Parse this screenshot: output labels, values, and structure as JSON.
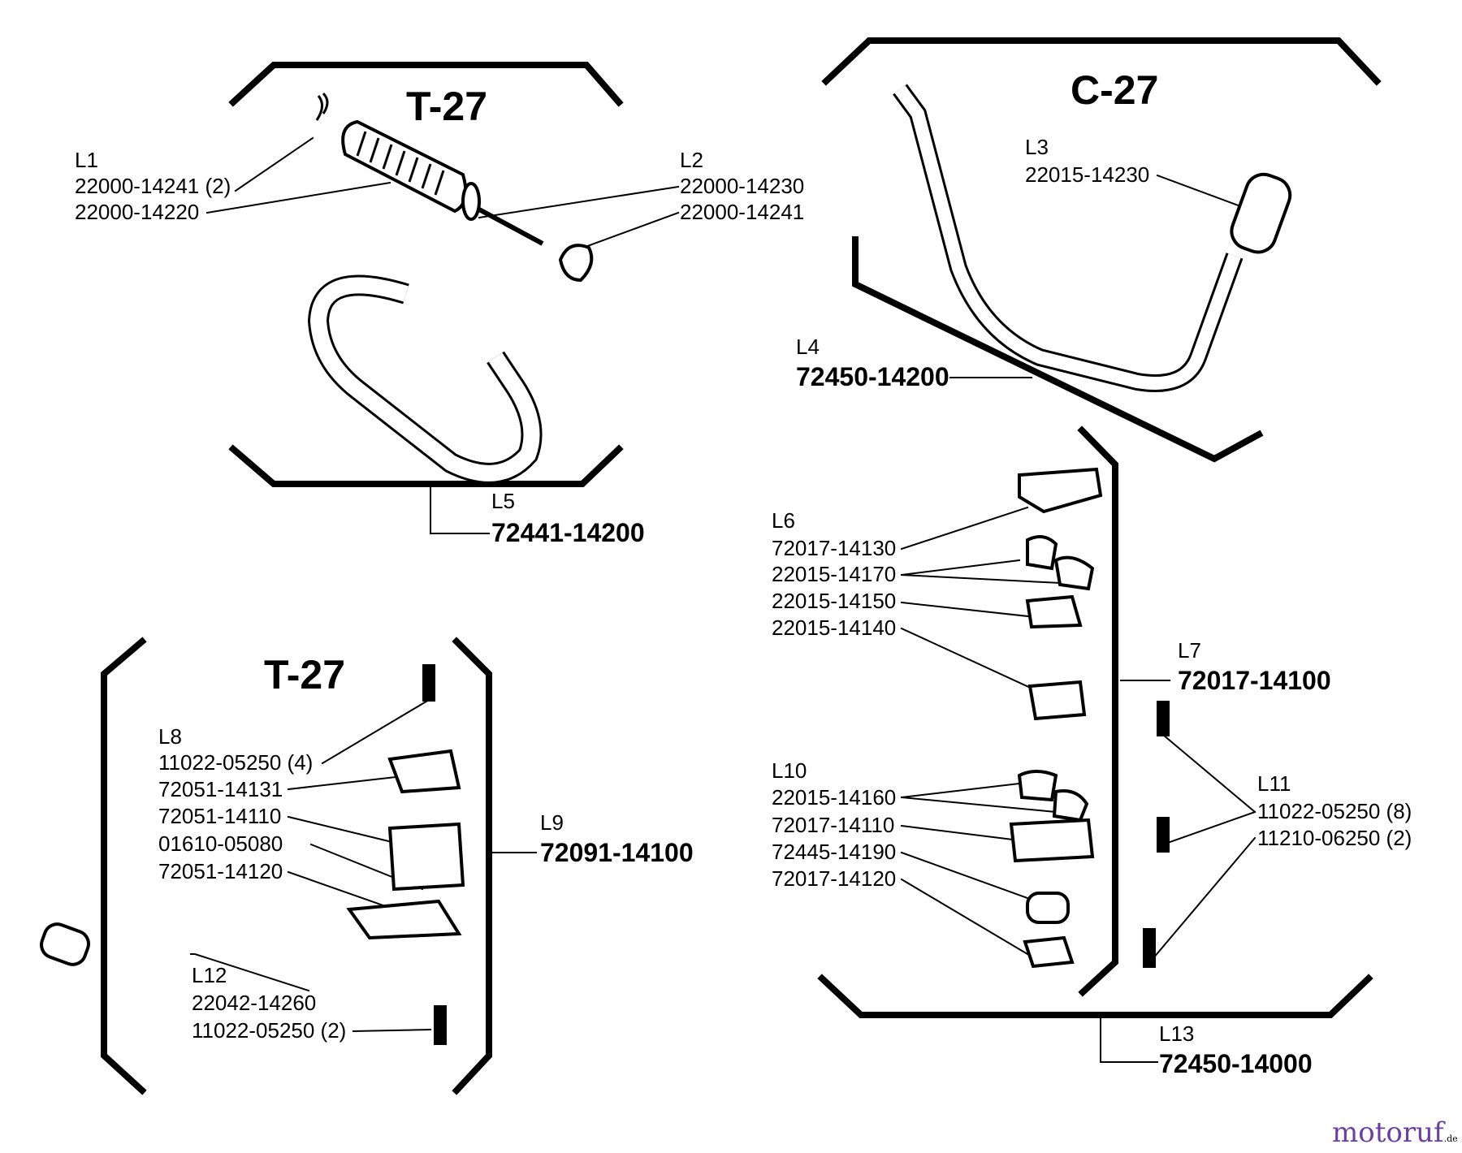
{
  "sections": {
    "top_left": {
      "title": "T-27"
    },
    "top_right": {
      "title": "C-27"
    },
    "bottom_left": {
      "title": "T-27"
    }
  },
  "callouts": {
    "L1": {
      "ref": "L1",
      "parts": [
        "22000-14241 (2)",
        "22000-14220"
      ]
    },
    "L2": {
      "ref": "L2",
      "parts": [
        "22000-14230",
        "22000-14241"
      ]
    },
    "L3": {
      "ref": "L3",
      "parts": [
        "22015-14230"
      ]
    },
    "L4": {
      "ref": "L4",
      "parts": [
        "72450-14200"
      ]
    },
    "L5": {
      "ref": "L5",
      "parts": [
        "72441-14200"
      ]
    },
    "L6": {
      "ref": "L6",
      "parts": [
        "72017-14130",
        "22015-14170",
        "22015-14150",
        "22015-14140"
      ]
    },
    "L7": {
      "ref": "L7",
      "parts": [
        "72017-14100"
      ]
    },
    "L8": {
      "ref": "L8",
      "parts": [
        "11022-05250 (4)",
        "72051-14131",
        "72051-14110",
        "01610-05080",
        "72051-14120"
      ]
    },
    "L9": {
      "ref": "L9",
      "parts": [
        "72091-14100"
      ]
    },
    "L10": {
      "ref": "L10",
      "parts": [
        "22015-14160",
        "72017-14110",
        "72445-14190",
        "72017-14120"
      ]
    },
    "L11": {
      "ref": "L11",
      "parts": [
        "11022-05250 (8)",
        "11210-06250 (2)"
      ]
    },
    "L12": {
      "ref": "L12",
      "parts": [
        "22042-14260",
        "11022-05250 (2)"
      ]
    },
    "L13": {
      "ref": "L13",
      "parts": [
        "72450-14000"
      ]
    }
  },
  "watermark": {
    "brand": "motoruf",
    "suffix": ".de",
    "brand_color": "#6b3fa0",
    "dot_color": "#e8a317"
  }
}
